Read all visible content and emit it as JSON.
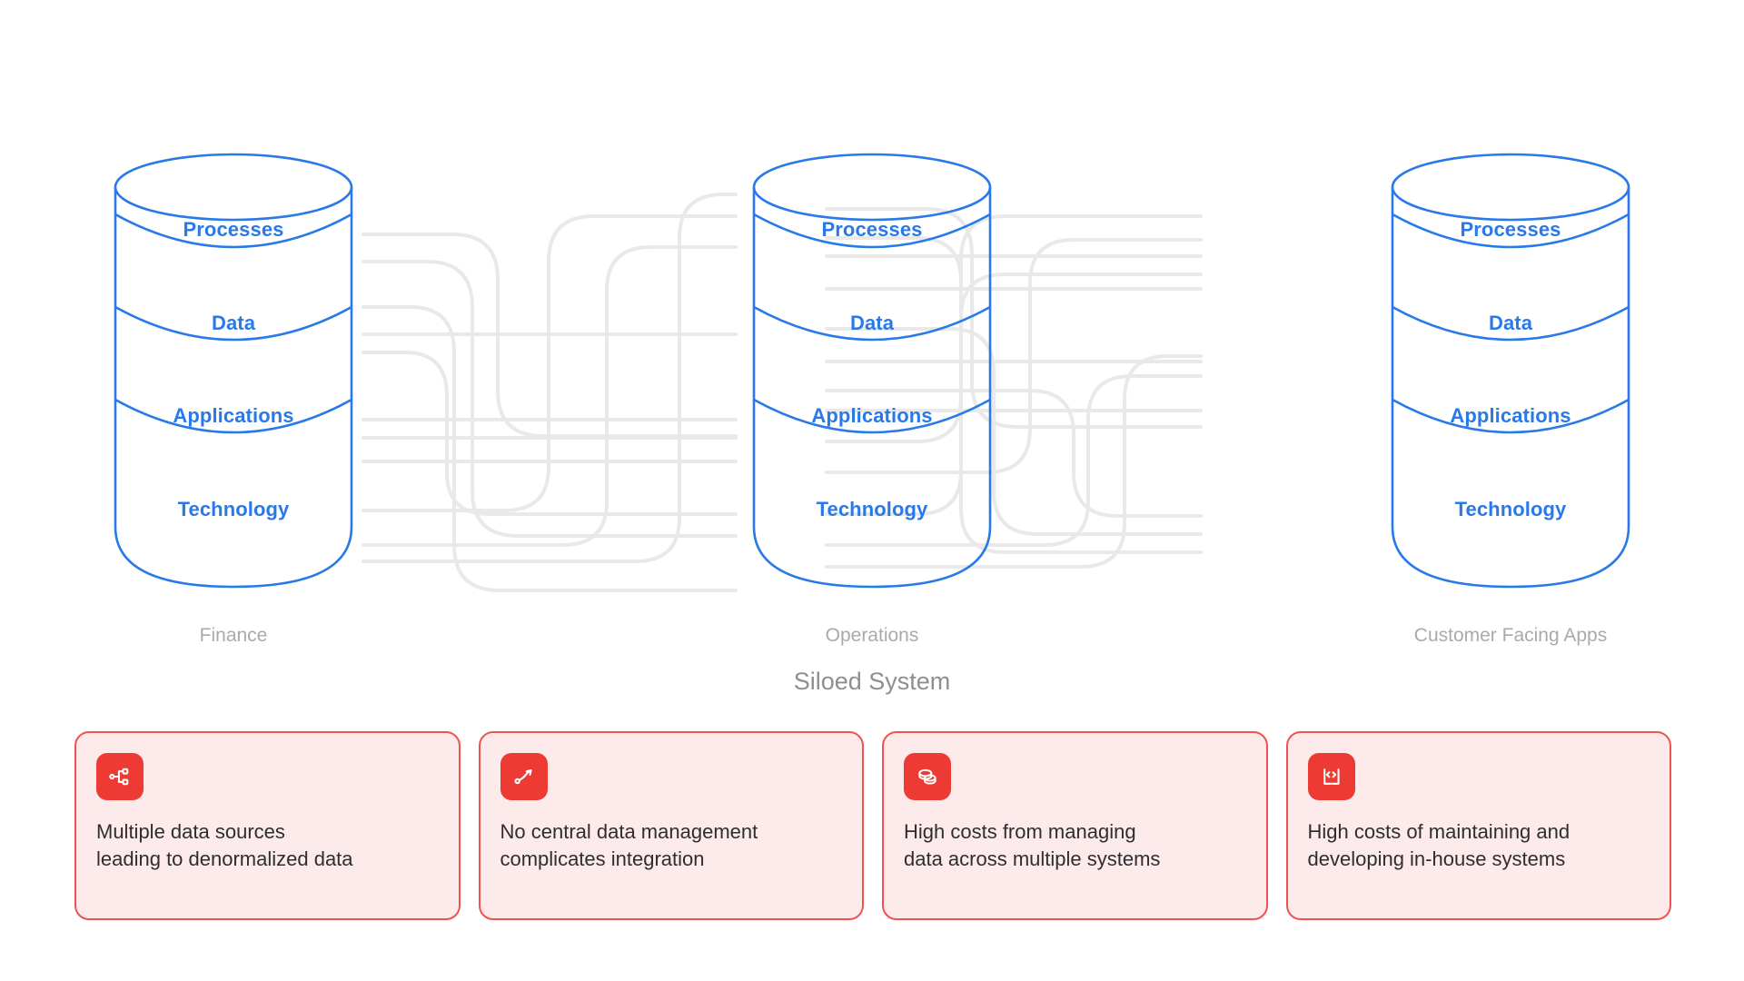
{
  "diagram": {
    "title": "Siloed System",
    "accent_blue": "#2979e8",
    "accent_red": "#ee3a34",
    "card_bg": "#fdeaea",
    "card_border": "#ef5350",
    "connector_color": "#e8e8e9",
    "caption_color": "#aaaaac",
    "title_color": "#8e8e93",
    "background": "#ffffff"
  },
  "silos": [
    {
      "caption": "Finance",
      "layers": [
        "Processes",
        "Data",
        "Applications",
        "Technology"
      ]
    },
    {
      "caption": "Operations",
      "layers": [
        "Processes",
        "Data",
        "Applications",
        "Technology"
      ]
    },
    {
      "caption": "Customer Facing Apps",
      "layers": [
        "Processes",
        "Data",
        "Applications",
        "Technology"
      ]
    }
  ],
  "cards": [
    {
      "icon": "share-network-icon",
      "text": "Multiple data sources\nleading to denormalized data"
    },
    {
      "icon": "route-arrow-icon",
      "text": "No central data management\ncomplicates integration"
    },
    {
      "icon": "coins-stack-icon",
      "text": "High costs from managing\ndata across multiple systems"
    },
    {
      "icon": "code-file-icon",
      "text": "High costs of maintaining and\ndeveloping in-house systems"
    }
  ]
}
